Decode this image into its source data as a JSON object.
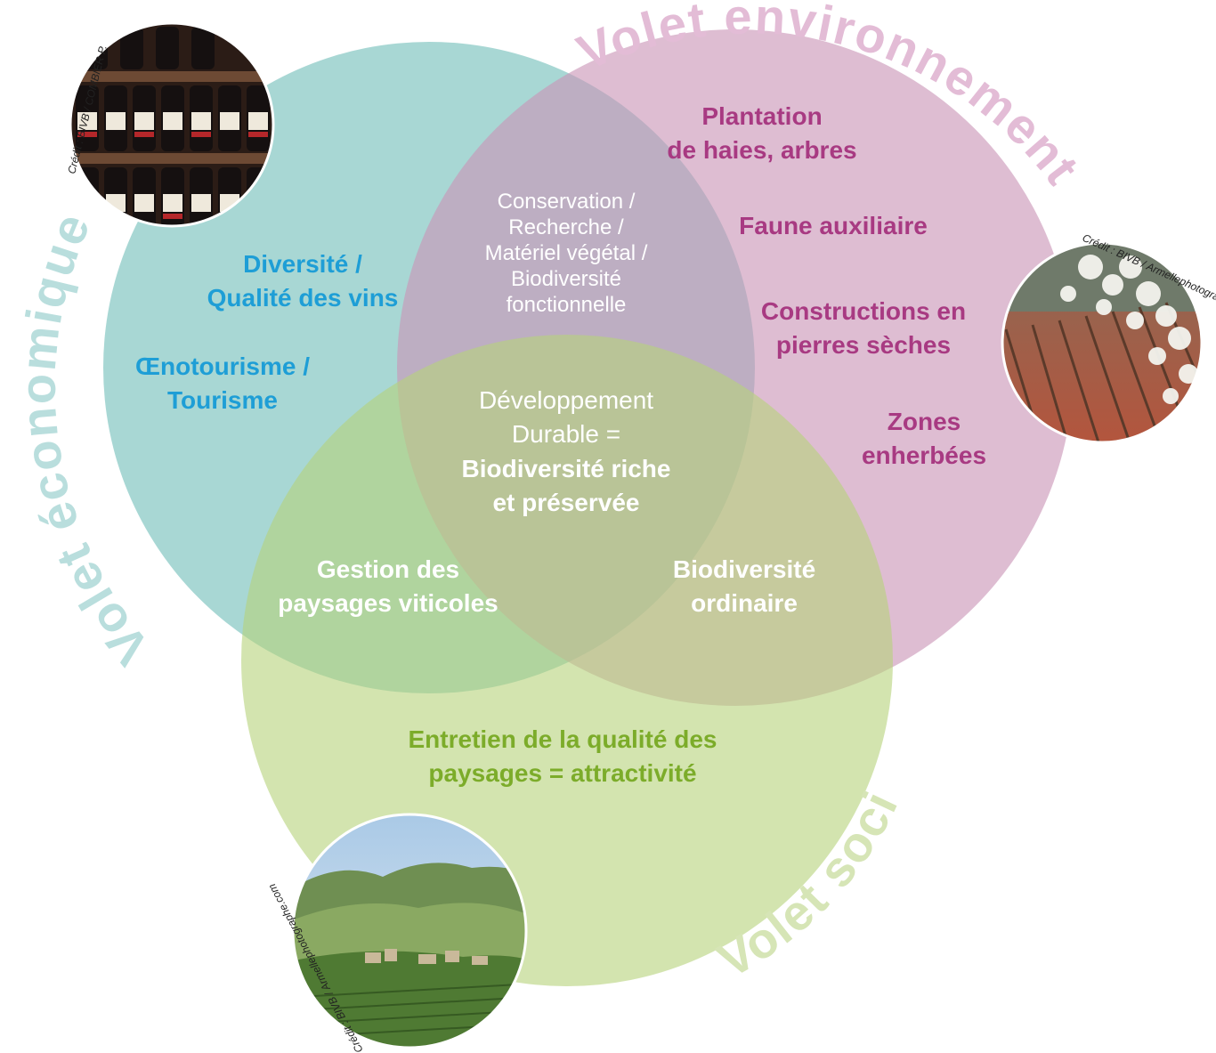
{
  "circles": {
    "economique": {
      "title": "Volet économique",
      "color": "#7fc4c0",
      "title_color": "#b9dedd"
    },
    "environnement": {
      "title": "Volet environnement",
      "color": "#d6a6c4",
      "title_color": "#e3bcd6"
    },
    "social": {
      "title": "Volet social",
      "color": "#c6dc91",
      "title_color": "#d6e5b6"
    }
  },
  "labels": {
    "eco_diversite": "Diversité /\nQualité des vins",
    "eco_oenotourisme": "Œnotourisme /\nTourisme",
    "env_plantation": "Plantation\nde haies, arbres",
    "env_faune": "Faune auxiliaire",
    "env_constructions": "Constructions en\npierres sèches",
    "env_zones": "Zones\nenherbées",
    "eco_env_overlap": "Conservation /\nRecherche  /\nMatériel végétal /\nBiodiversité\nfonctionnelle",
    "center_line1": "Développement\nDurable =",
    "center_line2": "Biodiversité riche\net préservée",
    "eco_soc_overlap": "Gestion des\npaysages viticoles",
    "env_soc_overlap": "Biodiversité\nordinaire",
    "soc_entretien": "Entretien de la qualité des\npaysages = attractivité"
  },
  "photos": {
    "wine": {
      "credit": "Crédit : BIVB / COMBIER P.",
      "subject": "wine-bottles-photo"
    },
    "vineyard_blossom": {
      "credit": "Crédit : BIVB / Armellephotographe.com",
      "subject": "vineyard-blossom-photo"
    },
    "landscape": {
      "credit": "Crédit : BIVB / Armellephotographe.com",
      "subject": "vineyard-landscape-photo"
    }
  }
}
